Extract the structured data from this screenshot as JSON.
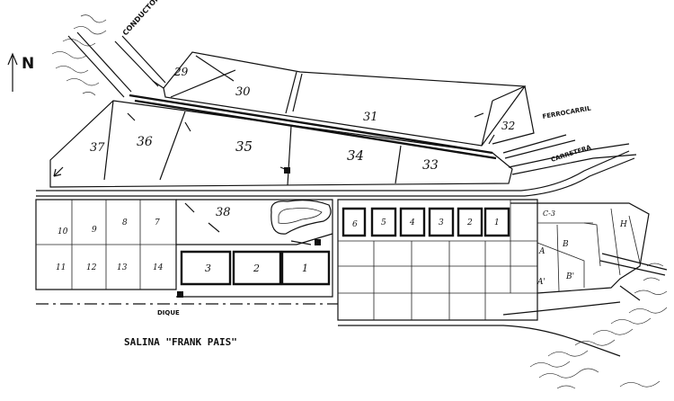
{
  "map": {
    "title": "SALINA \"FRANK PAIS\"",
    "north_label": "N",
    "labels": {
      "conductora": "CONDUCTORA",
      "ferrocarril": "FERROCARRIL",
      "carretera": "CARRETERA",
      "dique": "DIQUE"
    },
    "ponds_upper": [
      "29",
      "30",
      "31",
      "32",
      "37",
      "36",
      "35",
      "34",
      "33"
    ],
    "pond_38": "38",
    "row_left_top": [
      "10",
      "9",
      "8",
      "7"
    ],
    "row_left_bottom": [
      "11",
      "12",
      "13",
      "14"
    ],
    "crystallizers": [
      "3",
      "2",
      "1"
    ],
    "row_center": [
      "6",
      "5",
      "4",
      "3",
      "2",
      "1"
    ],
    "right_block": [
      "C-3",
      "A",
      "B",
      "A'",
      "B'",
      "H"
    ]
  }
}
